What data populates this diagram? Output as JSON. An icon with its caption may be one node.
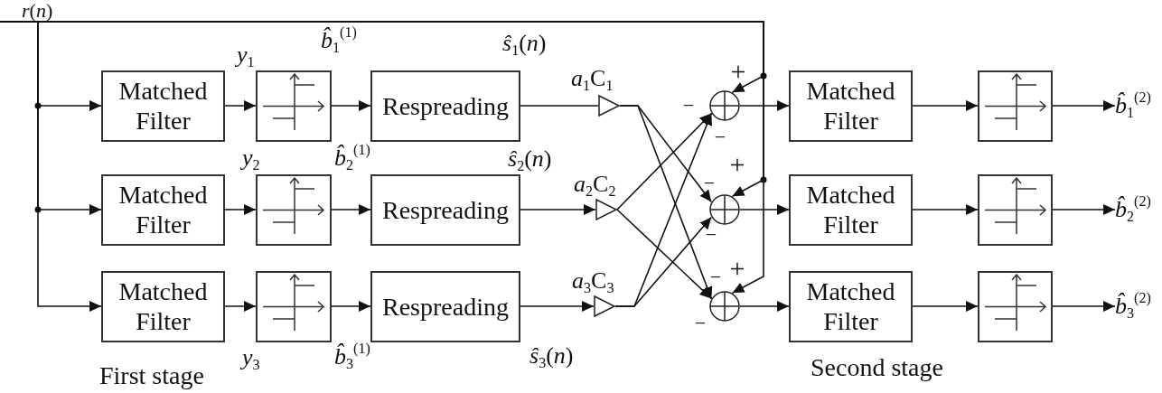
{
  "diagram": {
    "nodes": [
      {
        "text": [
          "Matched Filter"
        ]
      },
      {
        "text": [
          "Matched Filter"
        ]
      },
      {
        "text": [
          "Matched Filter"
        ]
      },
      {
        "text": [],
        "shape": "box"
      },
      {
        "text": [],
        "shape": "box"
      },
      {
        "text": [],
        "shape": "box"
      },
      {
        "text": [
          "Respreading"
        ]
      },
      {
        "text": [
          "Respreading"
        ]
      },
      {
        "text": [
          "Respreading"
        ]
      },
      {
        "text": [],
        "shape": "triangle",
        "beside": [
          "*a*$_{1}$C$_{1}$"
        ]
      },
      {
        "text": [],
        "shape": "triangle",
        "beside": [
          "*a*$_{2}$C$_{2}$"
        ]
      },
      {
        "text": [],
        "shape": "triangle",
        "beside": [
          "*a*$_{3}$C$_{3}$"
        ]
      },
      {
        "text": [],
        "shape": "circle",
        "beside": [
          "+",
          "−",
          "−"
        ]
      },
      {
        "text": [],
        "shape": "circle",
        "beside": [
          "+",
          "−",
          "−"
        ]
      },
      {
        "text": [],
        "shape": "circle",
        "beside": [
          "+",
          "−",
          "−"
        ]
      },
      {
        "text": [
          "Matched Filter"
        ]
      },
      {
        "text": [
          "Matched Filter"
        ]
      },
      {
        "text": [
          "Matched Filter"
        ]
      },
      {
        "text": [],
        "shape": "box"
      },
      {
        "text": [],
        "shape": "box"
      },
      {
        "text": [],
        "shape": "box"
      },
      {
        "text": [
          "*b̂*$_{1}$$^{(2)}$"
        ]
      },
      {
        "text": [
          "*b̂*$_{2}$$^{(2)}$"
        ]
      },
      {
        "text": [
          "*b̂*$_{3}$$^{(2)}$"
        ]
      }
    ],
    "edges": [
      {
        "from": null,
        "to": 0,
        "arrow": "to"
      },
      {
        "from": null,
        "to": 1,
        "arrow": "to"
      },
      {
        "from": null,
        "to": 2,
        "arrow": "to"
      },
      {
        "from": 0,
        "to": 3,
        "arrow": "to"
      },
      {
        "from": 1,
        "to": 4,
        "arrow": "to"
      },
      {
        "from": 2,
        "to": 5,
        "arrow": "to"
      },
      {
        "from": 3,
        "to": 6,
        "arrow": "to"
      },
      {
        "from": 4,
        "to": 7,
        "arrow": "to"
      },
      {
        "from": 5,
        "to": 8,
        "arrow": "to"
      },
      {
        "from": 6,
        "to": 9,
        "arrow": "none"
      },
      {
        "from": 7,
        "to": 10,
        "arrow": "to"
      },
      {
        "from": 8,
        "to": 11,
        "arrow": "to"
      },
      {
        "from": 9,
        "to": 13,
        "arrow": "to"
      },
      {
        "from": 9,
        "to": 14,
        "arrow": "to"
      },
      {
        "from": 10,
        "to": 12,
        "arrow": "to"
      },
      {
        "from": 10,
        "to": 14,
        "arrow": "to"
      },
      {
        "from": 11,
        "to": 12,
        "arrow": "to"
      },
      {
        "from": 11,
        "to": 13,
        "arrow": "to"
      },
      {
        "from": null,
        "to": 12,
        "arrow": "to"
      },
      {
        "from": null,
        "to": 13,
        "arrow": "to"
      },
      {
        "from": null,
        "to": 14,
        "arrow": "to"
      },
      {
        "from": 12,
        "to": 15,
        "arrow": "to"
      },
      {
        "from": 13,
        "to": 16,
        "arrow": "to"
      },
      {
        "from": 14,
        "to": 17,
        "arrow": "to"
      },
      {
        "from": 15,
        "to": 18,
        "arrow": "to"
      },
      {
        "from": 16,
        "to": 19,
        "arrow": "to"
      },
      {
        "from": 17,
        "to": 20,
        "arrow": "to"
      },
      {
        "from": 18,
        "to": 21,
        "arrow": "to"
      },
      {
        "from": 19,
        "to": 22,
        "arrow": "to"
      },
      {
        "from": 20,
        "to": 23,
        "arrow": "to"
      }
    ],
    "labels": [
      "*r*(*n*)",
      "*y*$_{1}$",
      "*b̂*$_{1}$$^{(1)}$",
      "*ŝ*$_{1}$(*n*)",
      "*y*$_{2}$",
      "*b̂*$_{2}$$^{(1)}$",
      "*ŝ*$_{2}$(*n*)",
      "*y*$_{3}$",
      "*b̂*$_{3}$$^{(1)}$",
      "*ŝ*$_{3}$(*n*)",
      "First stage",
      "Second stage"
    ]
  }
}
